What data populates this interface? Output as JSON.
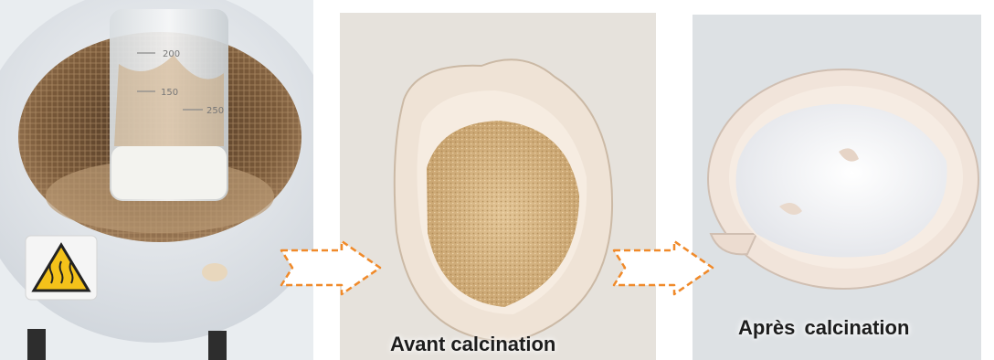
{
  "figure": {
    "panels": [
      {
        "id": "heating",
        "beaker_marks": [
          "200",
          "150",
          "250"
        ],
        "label_text": "",
        "colors": {
          "mesh": "#7a5a3a",
          "mantle": "#e9edf0",
          "solution": "#f3f3ef"
        }
      },
      {
        "id": "before",
        "caption": "Avant calcination",
        "colors": {
          "powder": "#d9b98a",
          "crucible": "#efe3d6",
          "background": "#e6e2dc"
        }
      },
      {
        "id": "after",
        "caption": "Après  calcination",
        "colors": {
          "powder": "#f4f4f6",
          "crucible": "#f1e4da",
          "background": "#dde1e4"
        }
      }
    ],
    "arrows": [
      {
        "id": "arrow-1",
        "fill": "#ffffff",
        "stroke": "#f08a2a"
      },
      {
        "id": "arrow-2",
        "fill": "#ffffff",
        "stroke": "#f08a2a"
      }
    ]
  }
}
